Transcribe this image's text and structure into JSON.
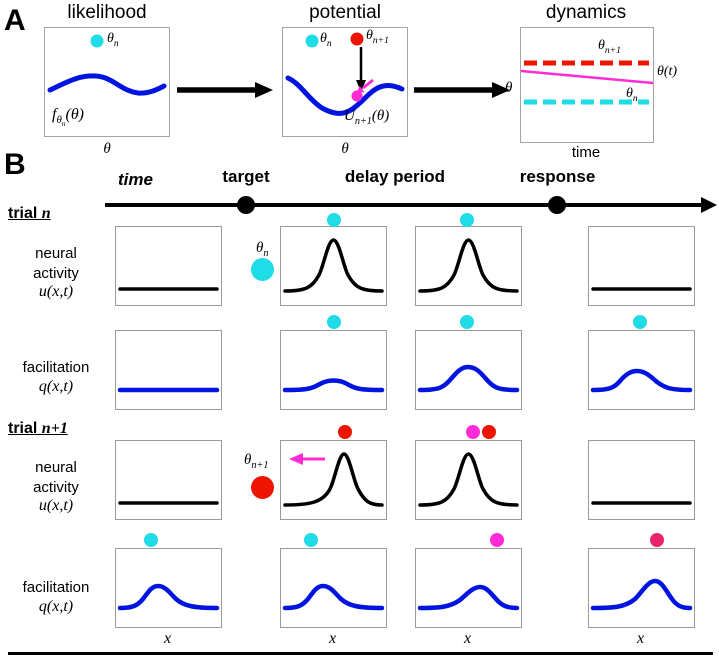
{
  "colors": {
    "curve_blue": "#0014e0",
    "curve_black": "#000000",
    "cyan_dot": "#1fdce6",
    "red_dot": "#ee1500",
    "magenta_dot": "#ff2bd6",
    "crimson_dot": "#e8246d"
  },
  "panelA": {
    "label": "A",
    "likelihood": {
      "title": "likelihood"
    },
    "potential": {
      "title": "potential"
    },
    "dynamics": {
      "title": "dynamics",
      "xlabel": "time"
    }
  },
  "panelB": {
    "label": "B",
    "timeline": {
      "time": "time",
      "target": "target",
      "delay_period": "delay period",
      "response": "response"
    },
    "trial_word": "trial",
    "row_neural_1": "neural",
    "row_neural_2": "activity",
    "row_facilitation": "facilitation"
  },
  "math": {
    "theta": "θ",
    "sub_n": "n",
    "sub_n_plus_1": "n+1",
    "f": "f",
    "U": "U",
    "paren_theta": "(θ)",
    "theta_of_t": "θ(t)",
    "u_xt": "u(x,t)",
    "q_xt": "q(x,t)",
    "x": "x"
  }
}
